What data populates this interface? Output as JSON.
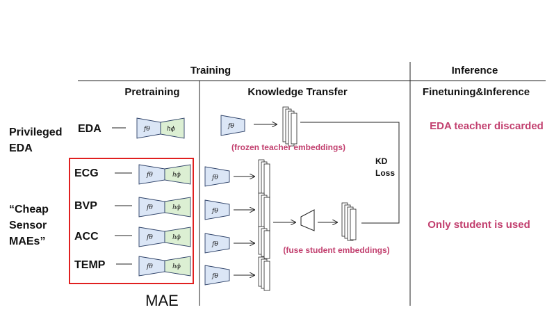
{
  "sections": {
    "training": "Training",
    "inference": "Inference",
    "pretraining": "Pretraining",
    "knowledge_transfer": "Knowledge Transfer",
    "finetuning_inference": "Finetuning&Inference"
  },
  "groups": {
    "privileged_line1": "Privileged",
    "privileged_line2": "EDA",
    "cheap_line1": "“Cheap",
    "cheap_line2": "Sensor",
    "cheap_line3": "MAEs”"
  },
  "modalities": [
    "EDA",
    "ECG",
    "BVP",
    "ACC",
    "TEMP"
  ],
  "symbols": {
    "encoder": "fθ",
    "decoder": "hϕ"
  },
  "annotations": {
    "frozen": "(frozen teacher embeddings)",
    "fuse": "(fuse student embeddings)",
    "kd_line1": "KD",
    "kd_line2": "Loss",
    "mae": "MAE",
    "teacher_discarded": "EDA teacher discarded",
    "student_used": "Only student is used"
  },
  "colors": {
    "encoder": "#dbe6f6",
    "decoder": "#dcefd3",
    "accent": "#c2406f",
    "mae_box": "#e02020"
  }
}
